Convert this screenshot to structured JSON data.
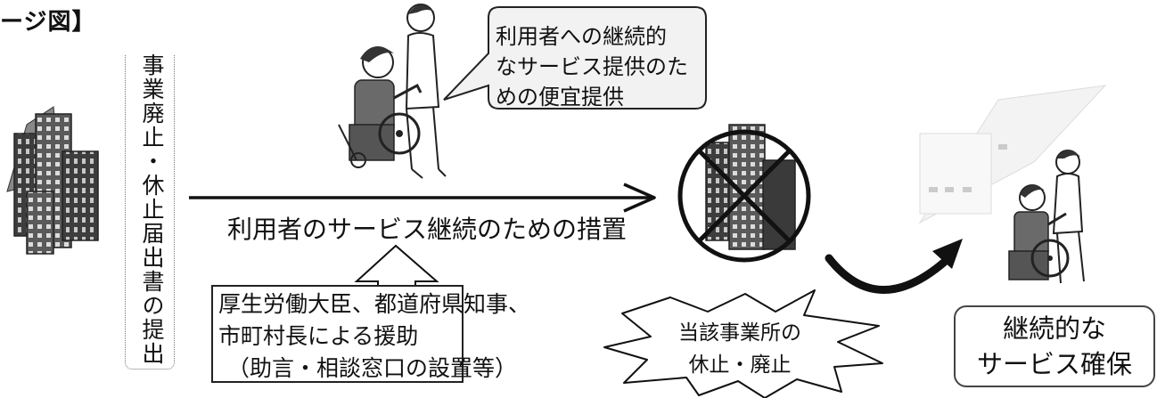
{
  "title_fragment": "ージ図】",
  "vertical_label": "事業廃止・休止届出書の提出",
  "measures_label": "利用者のサービス継続のための措置",
  "aid_box": {
    "lines": [
      "厚生労働大臣、都道府県知事、",
      "市町村長による援助",
      "（助言・相談窓口の設置等）"
    ]
  },
  "speech_bubble": {
    "lines": [
      "利用者への継続的",
      "なサービス提供のた",
      "めの便宜提供"
    ]
  },
  "suspension_burst": {
    "lines": [
      "当該事業所の",
      "休止・廃止"
    ]
  },
  "result_box": {
    "lines": [
      "継続的な",
      "サービス確保"
    ]
  },
  "icons": [
    "office-building-icon",
    "wheelchair-caregiver-icon",
    "prohibited-building-icon",
    "hollow-up-arrow-icon",
    "curved-arrow-icon"
  ]
}
